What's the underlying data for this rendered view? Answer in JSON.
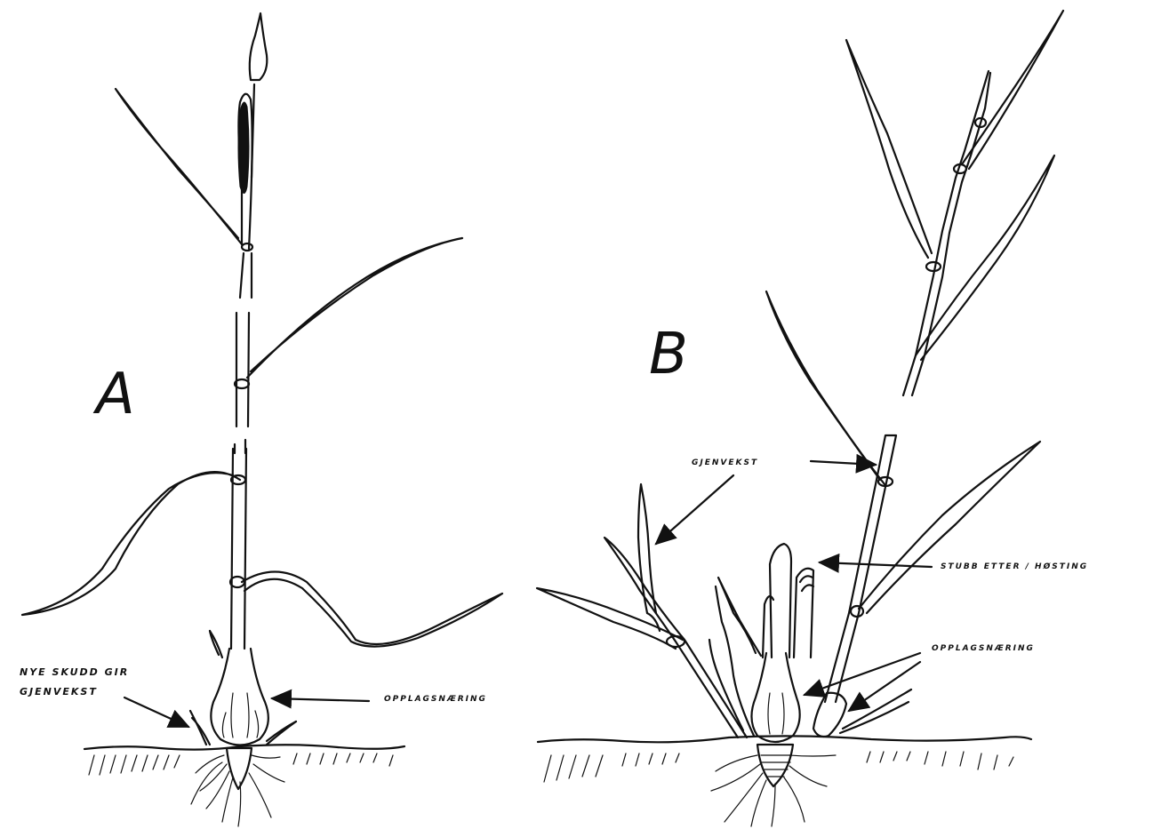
{
  "panels": {
    "a": {
      "letter": "A"
    },
    "b": {
      "letter": "B"
    }
  },
  "labels": {
    "a_new_shoots_line1": "NYE SKUDD GIR",
    "a_new_shoots_line2": "GJENVEKST",
    "a_reserves": "OPPLAGSNÆRING",
    "b_regrowth": "GJENVEKST",
    "b_stubble": "STUBB ETTER / HØSTING",
    "b_reserves": "OPPLAGSNÆRING"
  }
}
